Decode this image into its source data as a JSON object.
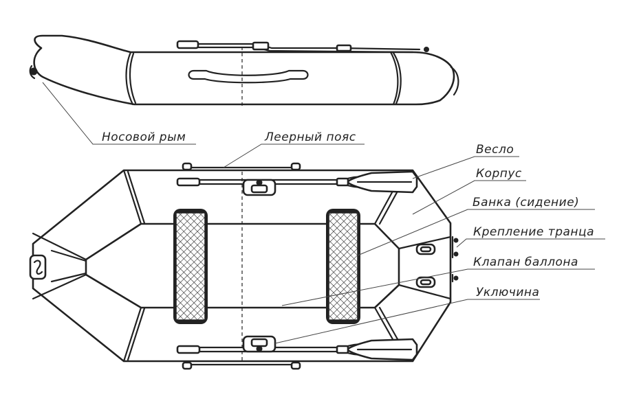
{
  "labels": {
    "nose_ring": "Носовой рым",
    "safety_line": "Леерный пояс",
    "oar": "Весло",
    "hull": "Корпус",
    "seat": "Банка (сидение)",
    "transom_mount": "Крепление транца",
    "valve": "Клапан баллона",
    "oarlock": "Уключина"
  },
  "colors": {
    "line": "#222222",
    "background": "#ffffff"
  }
}
